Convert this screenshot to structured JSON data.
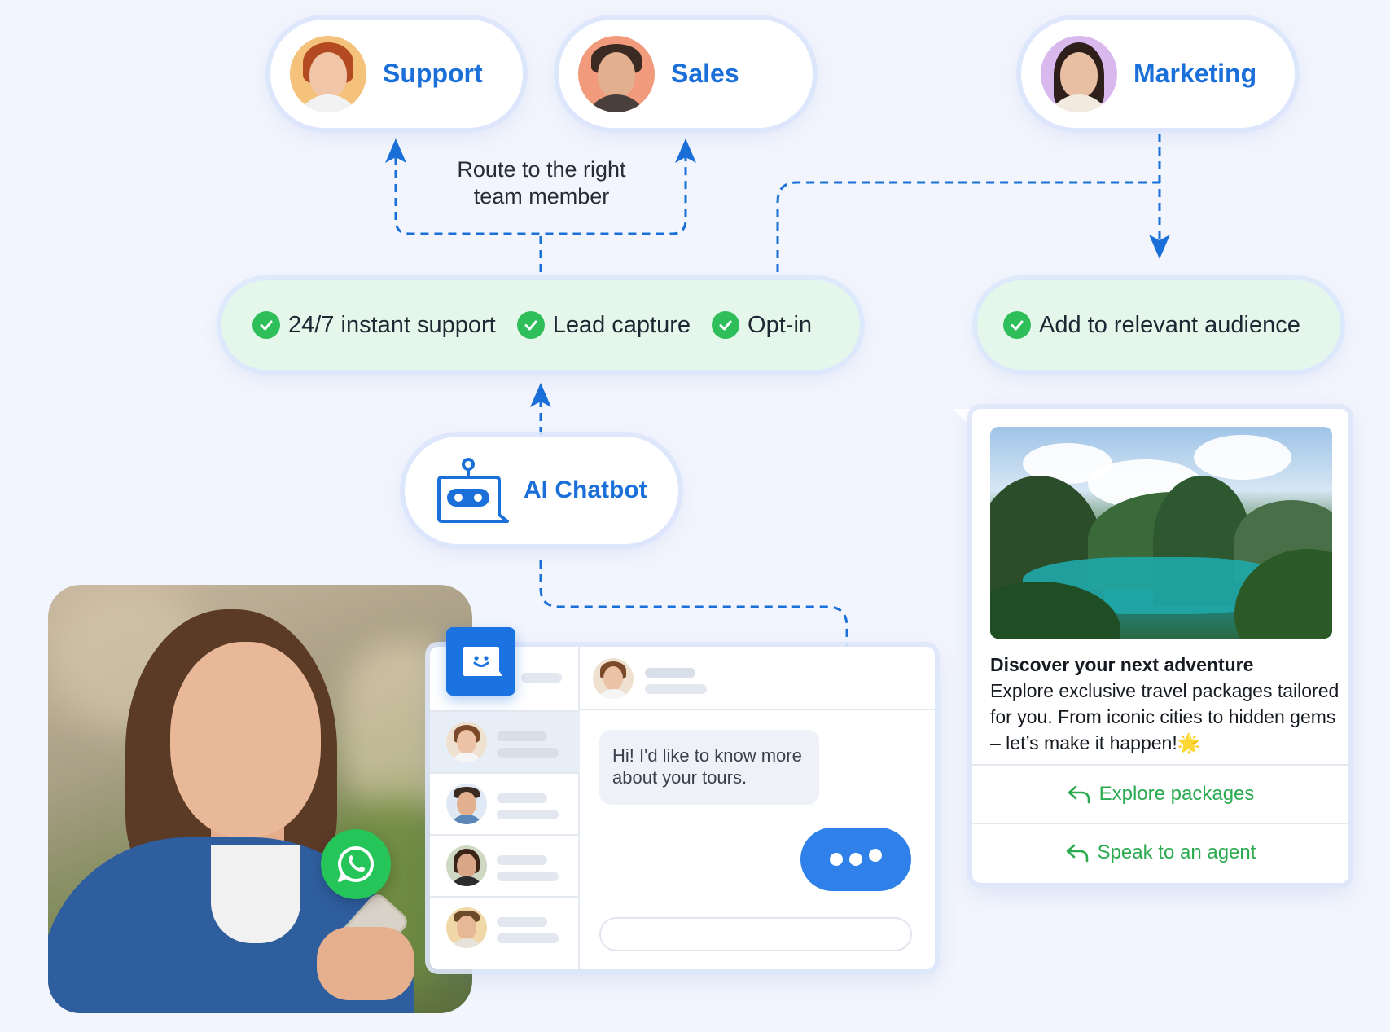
{
  "teams": [
    {
      "name": "Support"
    },
    {
      "name": "Sales"
    },
    {
      "name": "Marketing"
    }
  ],
  "route_note": "Route to the right team member",
  "features": {
    "items": [
      "24/7 instant support",
      "Lead capture",
      "Opt-in"
    ],
    "audience": "Add to relevant audience"
  },
  "chatbot": {
    "label": "AI Chatbot"
  },
  "chat": {
    "incoming_message": "Hi! I'd like to know more about your tours."
  },
  "promo": {
    "title": "Discover your next adventure",
    "body": "Explore exclusive travel packages tailored for you. From iconic cities to hidden gems – let’s make it happen!🌟",
    "actions": [
      "Explore packages",
      "Speak to an agent"
    ]
  },
  "colors": {
    "brand_blue": "#1a6fd8",
    "connector_blue": "#1a6fd8",
    "feature_green_bg": "#e5f7ea",
    "check_green": "#2fbf5a",
    "action_green": "#2bab50",
    "whatsapp_green": "#25c55a"
  },
  "icons": [
    "check-icon",
    "robot-icon",
    "whatsapp-icon",
    "chat-app-icon",
    "reply-arrow-icon"
  ]
}
